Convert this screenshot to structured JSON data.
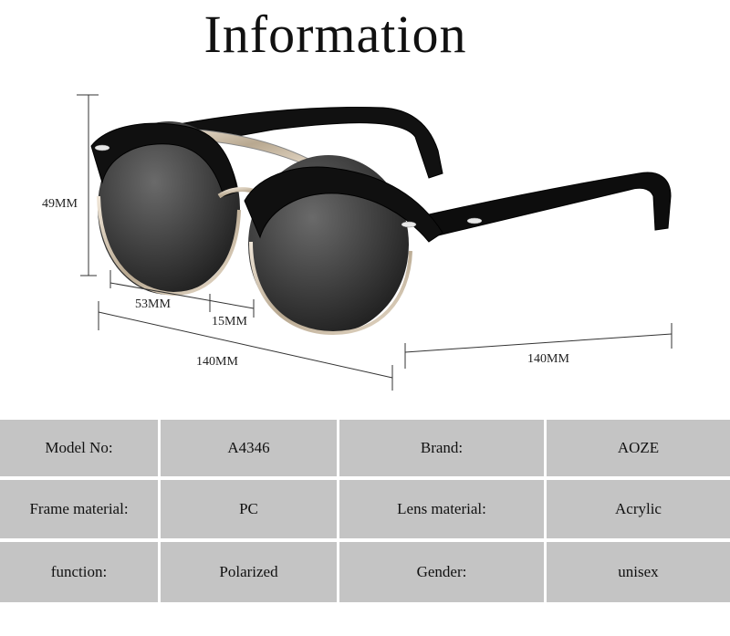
{
  "title": "Information",
  "dimensions": {
    "height": "49MM",
    "lens_width": "53MM",
    "bridge": "15MM",
    "frame_width": "140MM",
    "temple_length": "140MM"
  },
  "specs": [
    {
      "label": "Model No:",
      "value": "A4346",
      "label2": "Brand:",
      "value2": "AOZE"
    },
    {
      "label": "Frame material:",
      "value": "PC",
      "label2": "Lens material:",
      "value2": "Acrylic"
    },
    {
      "label": "function:",
      "value": "Polarized",
      "label2": "Gender:",
      "value2": "unisex"
    }
  ]
}
